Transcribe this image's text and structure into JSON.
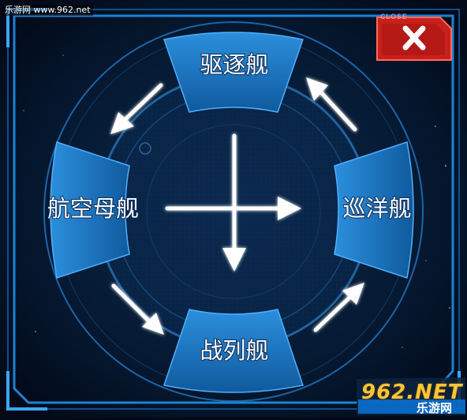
{
  "watermark_top": "乐游网 www.962.net",
  "close": {
    "caption": "CLOSE",
    "glyph": "✕"
  },
  "nodes": {
    "top": "驱逐舰",
    "left": "航空母舰",
    "right": "巡洋舰",
    "bottom": "战列舰"
  },
  "watermark_bottom": {
    "logo": "962.NET",
    "sub": "乐游网"
  },
  "colors": {
    "panel_border": "#1f8fe6",
    "node_fill": "#1d7ccc",
    "arrow": "#ffffff",
    "close_fill": "#c8201c"
  }
}
